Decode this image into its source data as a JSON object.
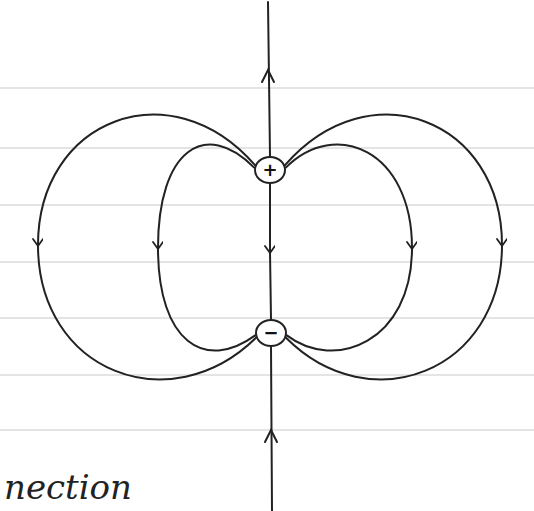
{
  "diagram": {
    "nodes": [
      {
        "text": [
          "+"
        ]
      },
      {
        "text": [
          "−"
        ]
      }
    ],
    "edges": [
      {
        "from": 0,
        "to": 1,
        "arrow": "to"
      },
      {
        "from": 0,
        "to": 1,
        "arrow": "to"
      },
      {
        "from": 0,
        "to": 1,
        "arrow": "to"
      },
      {
        "from": 0,
        "to": 1,
        "arrow": "to"
      },
      {
        "from": 0,
        "to": 1,
        "arrow": "to"
      }
    ],
    "labels": [
      "nection"
    ]
  }
}
